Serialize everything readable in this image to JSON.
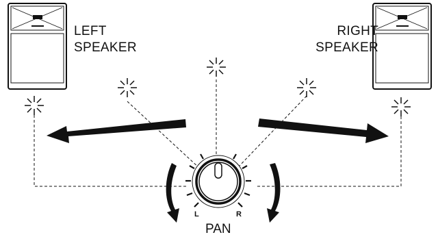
{
  "speakers": {
    "left": {
      "label_line1": "LEFT",
      "label_line2": "SPEAKER"
    },
    "right": {
      "label_line1": "RIGHT",
      "label_line2": "SPEAKER"
    }
  },
  "knob": {
    "label": "PAN",
    "left_mark": "L",
    "right_mark": "R"
  },
  "icons": [
    "speaker-cabinet-icon",
    "sound-source-burst-icon",
    "arrow-icon",
    "pan-knob-icon"
  ],
  "colors": {
    "ink": "#111111",
    "background": "#ffffff"
  }
}
